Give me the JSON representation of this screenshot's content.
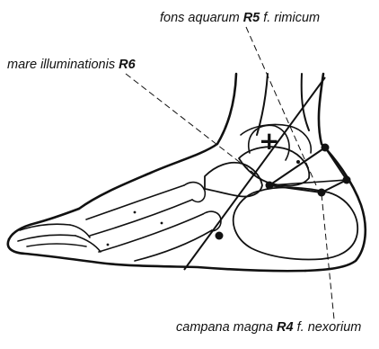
{
  "labels": {
    "fons": {
      "name": "fons aquarum",
      "code": "R5",
      "extra": "f. rimicum"
    },
    "mare": {
      "name": "mare illuminationis",
      "code": "R6",
      "extra": ""
    },
    "campana": {
      "name": "campana magna",
      "code": "R4",
      "extra": "f. nexorium"
    }
  },
  "marker": "+",
  "colors": {
    "ink": "#111111",
    "paper": "#ffffff"
  }
}
